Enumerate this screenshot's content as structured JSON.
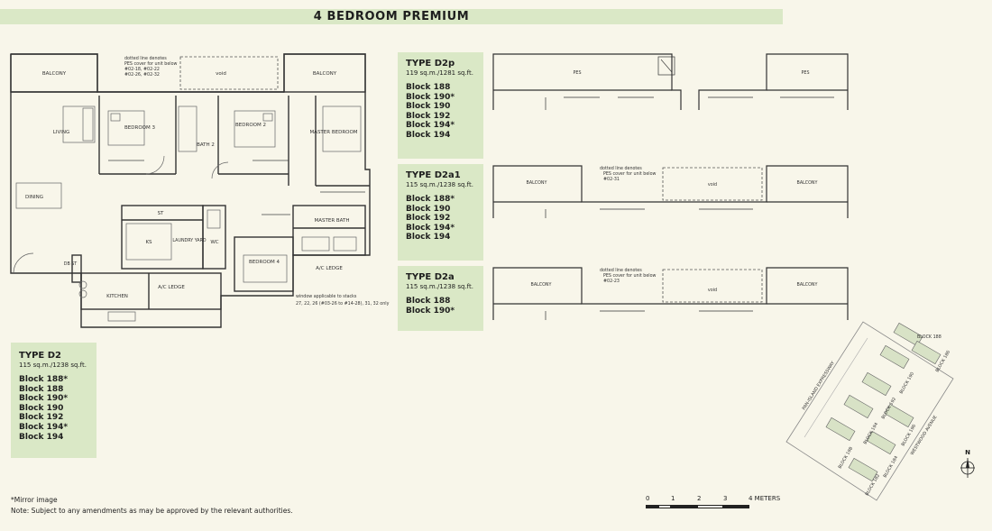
{
  "title": "4 BEDROOM PREMIUM",
  "main_plan": {
    "rooms": {
      "balcony_left": "BALCONY",
      "void": "void",
      "balcony_right": "BALCONY",
      "living": "LIVING",
      "bedroom3": "BEDROOM 3",
      "bedroom2": "BEDROOM 2",
      "master_bedroom": "MASTER BEDROOM",
      "bath2": "BATH 2",
      "dining": "DINING",
      "st": "ST",
      "ks": "KS",
      "laundry": "LAUNDRY YARD",
      "wc": "WC",
      "master_bath": "MASTER BATH",
      "bedroom4": "BEDROOM 4",
      "ac_ledge_right": "A/C LEDGE",
      "ac_ledge_bottom": "A/C LEDGE",
      "kitchen": "KITCHEN",
      "dbst": "DB ST"
    },
    "note_pes": [
      "dotted line denotes",
      "PES cover for unit below",
      "#02-18, #02-22",
      "#02-26, #02-32"
    ],
    "note_window": [
      "window applicable to stacks",
      "27, 22, 26 (#03-26 to #14-28), 31, 32 only"
    ]
  },
  "types": [
    {
      "name": "TYPE D2p",
      "size": "119 sq.m./1281 sq.ft.",
      "blocks": [
        "Block 188",
        "Block 190*",
        "Block 190",
        "Block 192",
        "Block 194*",
        "Block 194"
      ],
      "pes_left": "PES",
      "pes_right": "PES"
    },
    {
      "name": "TYPE D2a1",
      "size": "115 sq.m./1238 sq.ft.",
      "blocks": [
        "Block 188*",
        "Block 190",
        "Block 192",
        "Block 194*",
        "Block 194"
      ],
      "balcony_left": "BALCONY",
      "void": "void",
      "balcony_right": "BALCONY",
      "note": [
        "dotted line denotes",
        "PES cover for unit below",
        "#02-31"
      ]
    },
    {
      "name": "TYPE D2a",
      "size": "115 sq.m./1238 sq.ft.",
      "blocks": [
        "Block 188",
        "Block 190*"
      ],
      "balcony_left": "BALCONY",
      "void": "void",
      "balcony_right": "BALCONY",
      "note": [
        "dotted line denotes",
        "PES cover for unit below",
        "#02-23"
      ]
    },
    {
      "name": "TYPE D2",
      "size": "115 sq.m./1238 sq.ft.",
      "blocks": [
        "Block 188*",
        "Block 188",
        "Block 190*",
        "Block 190",
        "Block 192",
        "Block 194*",
        "Block 194"
      ]
    }
  ],
  "notes": {
    "mirror": "*Mirror image",
    "subject": "Note: Subject to any amendments as may be approved by the relevant authorities."
  },
  "scale": {
    "ticks": [
      "0",
      "1",
      "2",
      "3",
      "4 METERS"
    ]
  },
  "site_plan": {
    "roads": [
      "PAN-ISLAND EXPRESSWAY",
      "WESTWOOD AVENUE"
    ],
    "blocks": [
      "BLOCK 188",
      "BLOCK 186",
      "BLOCK 190",
      "BLOCK 192",
      "BLOCK 194",
      "BLOCK 196",
      "BLOCK 198",
      "BLOCK 184",
      "BLOCK 182"
    ]
  },
  "north": "N"
}
